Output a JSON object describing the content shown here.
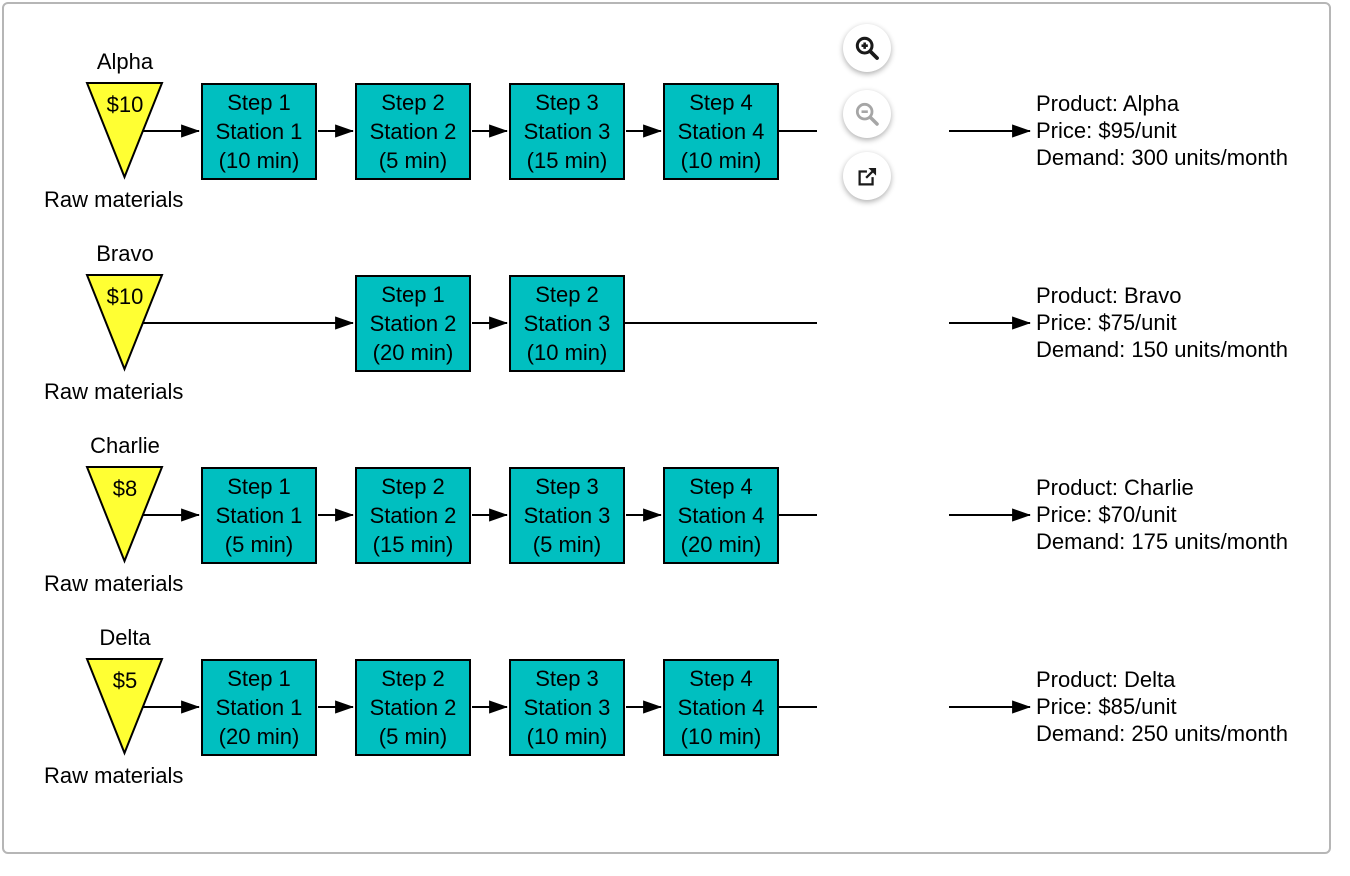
{
  "colors": {
    "station_fill": "#00BFC0",
    "material_fill": "#FFFF33",
    "connector": "#000000",
    "frame_border": "#B6B6B6",
    "zoom_in_icon": "#1A1A1A",
    "zoom_out_icon": "#A6A6A6",
    "open_external_icon": "#1A1A1A"
  },
  "controls": [
    {
      "id": "zoom-in",
      "icon": "magnifier-plus-icon"
    },
    {
      "id": "zoom-out",
      "icon": "magnifier-minus-icon"
    },
    {
      "id": "open-external",
      "icon": "external-link-icon"
    }
  ],
  "products": [
    {
      "name": "Alpha",
      "material_cost": "$10",
      "material_label": "Raw materials",
      "steps": [
        {
          "step": "Step 1",
          "station": "Station 1",
          "duration": "(10 min)",
          "slot": 0
        },
        {
          "step": "Step 2",
          "station": "Station 2",
          "duration": "(5 min)",
          "slot": 1
        },
        {
          "step": "Step 3",
          "station": "Station 3",
          "duration": "(15 min)",
          "slot": 2
        },
        {
          "step": "Step 4",
          "station": "Station 4",
          "duration": "(10 min)",
          "slot": 3
        }
      ],
      "info": {
        "product": "Product: Alpha",
        "price": "Price: $95/unit",
        "demand": "Demand: 300 units/month"
      }
    },
    {
      "name": "Bravo",
      "material_cost": "$10",
      "material_label": "Raw materials",
      "steps": [
        {
          "step": "Step 1",
          "station": "Station 2",
          "duration": "(20 min)",
          "slot": 1
        },
        {
          "step": "Step 2",
          "station": "Station 3",
          "duration": "(10 min)",
          "slot": 2
        }
      ],
      "info": {
        "product": "Product: Bravo",
        "price": "Price: $75/unit",
        "demand": "Demand: 150 units/month"
      }
    },
    {
      "name": "Charlie",
      "material_cost": "$8",
      "material_label": "Raw materials",
      "steps": [
        {
          "step": "Step 1",
          "station": "Station 1",
          "duration": "(5 min)",
          "slot": 0
        },
        {
          "step": "Step 2",
          "station": "Station 2",
          "duration": "(15 min)",
          "slot": 1
        },
        {
          "step": "Step 3",
          "station": "Station 3",
          "duration": "(5 min)",
          "slot": 2
        },
        {
          "step": "Step 4",
          "station": "Station 4",
          "duration": "(20 min)",
          "slot": 3
        }
      ],
      "info": {
        "product": "Product: Charlie",
        "price": "Price: $70/unit",
        "demand": "Demand: 175 units/month"
      }
    },
    {
      "name": "Delta",
      "material_cost": "$5",
      "material_label": "Raw materials",
      "steps": [
        {
          "step": "Step 1",
          "station": "Station 1",
          "duration": "(20 min)",
          "slot": 0
        },
        {
          "step": "Step 2",
          "station": "Station 2",
          "duration": "(5 min)",
          "slot": 1
        },
        {
          "step": "Step 3",
          "station": "Station 3",
          "duration": "(10 min)",
          "slot": 2
        },
        {
          "step": "Step 4",
          "station": "Station 4",
          "duration": "(10 min)",
          "slot": 3
        }
      ],
      "info": {
        "product": "Product: Delta",
        "price": "Price: $85/unit",
        "demand": "Demand: 250 units/month"
      }
    }
  ]
}
